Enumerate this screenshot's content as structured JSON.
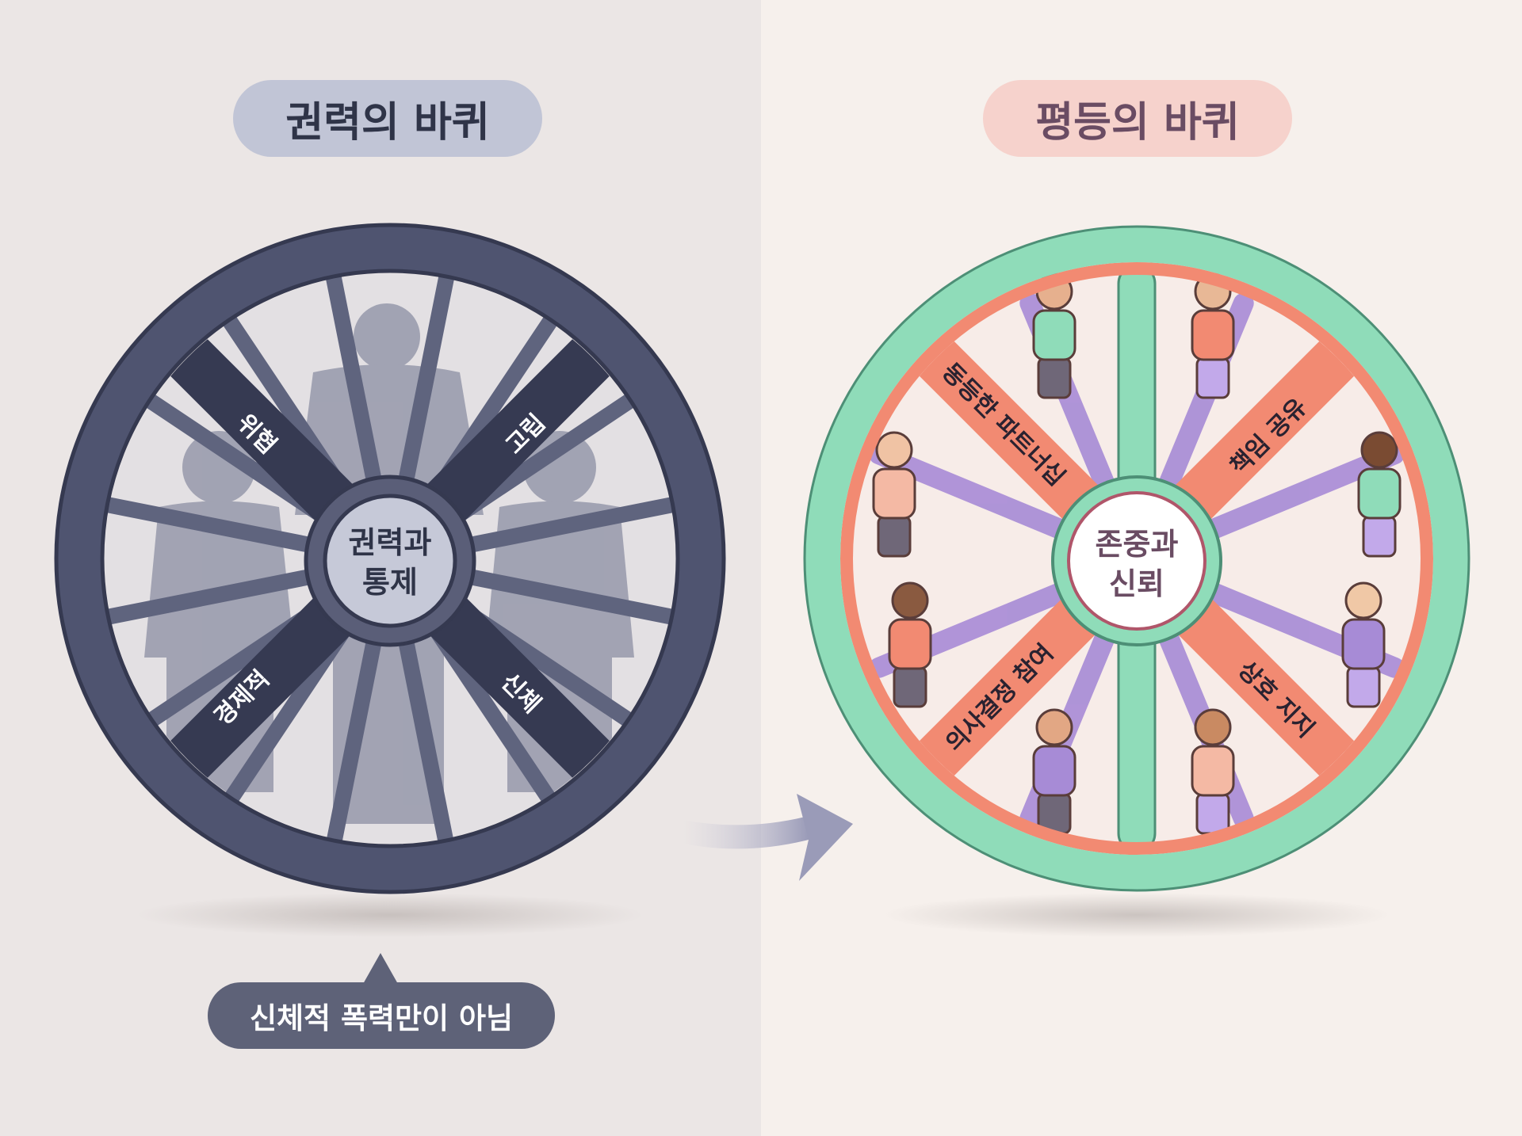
{
  "left_wheel": {
    "title": "권력의 바퀴",
    "hub": [
      "권력과",
      "통제"
    ],
    "spokes": [
      {
        "id": "threat",
        "label": "위협"
      },
      {
        "id": "isolation",
        "label": "고립"
      },
      {
        "id": "economic",
        "label": "경제적"
      },
      {
        "id": "physical",
        "label": "신체"
      }
    ],
    "note": "신체적 폭력만이 아님",
    "colors": {
      "rim": "#4f5470",
      "bar": "#363a52",
      "hub": "#c6c9d8",
      "title_bg": "#c1c5d6"
    }
  },
  "right_wheel": {
    "title": "평등의 바퀴",
    "hub": [
      "존중과",
      "신뢰"
    ],
    "spokes": [
      {
        "id": "partnership",
        "label": "동등한 파트너십"
      },
      {
        "id": "responsibility",
        "label": "책임 공유"
      },
      {
        "id": "decision",
        "label": "의사결정 참여"
      },
      {
        "id": "support",
        "label": "상호 지지"
      }
    ],
    "colors": {
      "rim": "#8fdcb9",
      "bar": "#f28a72",
      "hub": "#ffffff",
      "title_bg": "#f6d2cc"
    }
  },
  "arrow_icon": "right-arrow-icon"
}
